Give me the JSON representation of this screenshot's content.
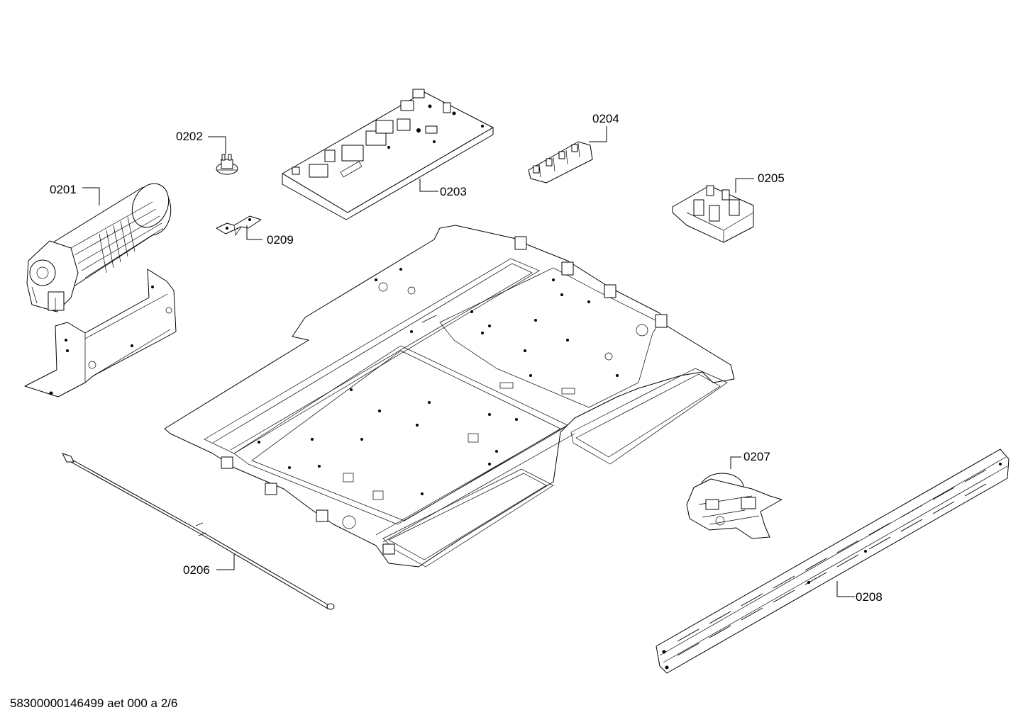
{
  "parts": [
    {
      "id": "0201",
      "label": "0201"
    },
    {
      "id": "0202",
      "label": "0202"
    },
    {
      "id": "0203",
      "label": "0203"
    },
    {
      "id": "0204",
      "label": "0204"
    },
    {
      "id": "0205",
      "label": "0205"
    },
    {
      "id": "0206",
      "label": "0206"
    },
    {
      "id": "0207",
      "label": "0207"
    },
    {
      "id": "0208",
      "label": "0208"
    },
    {
      "id": "0209",
      "label": "0209"
    }
  ],
  "footer": {
    "text": "58300000146499 aet 000 a 2/6"
  }
}
